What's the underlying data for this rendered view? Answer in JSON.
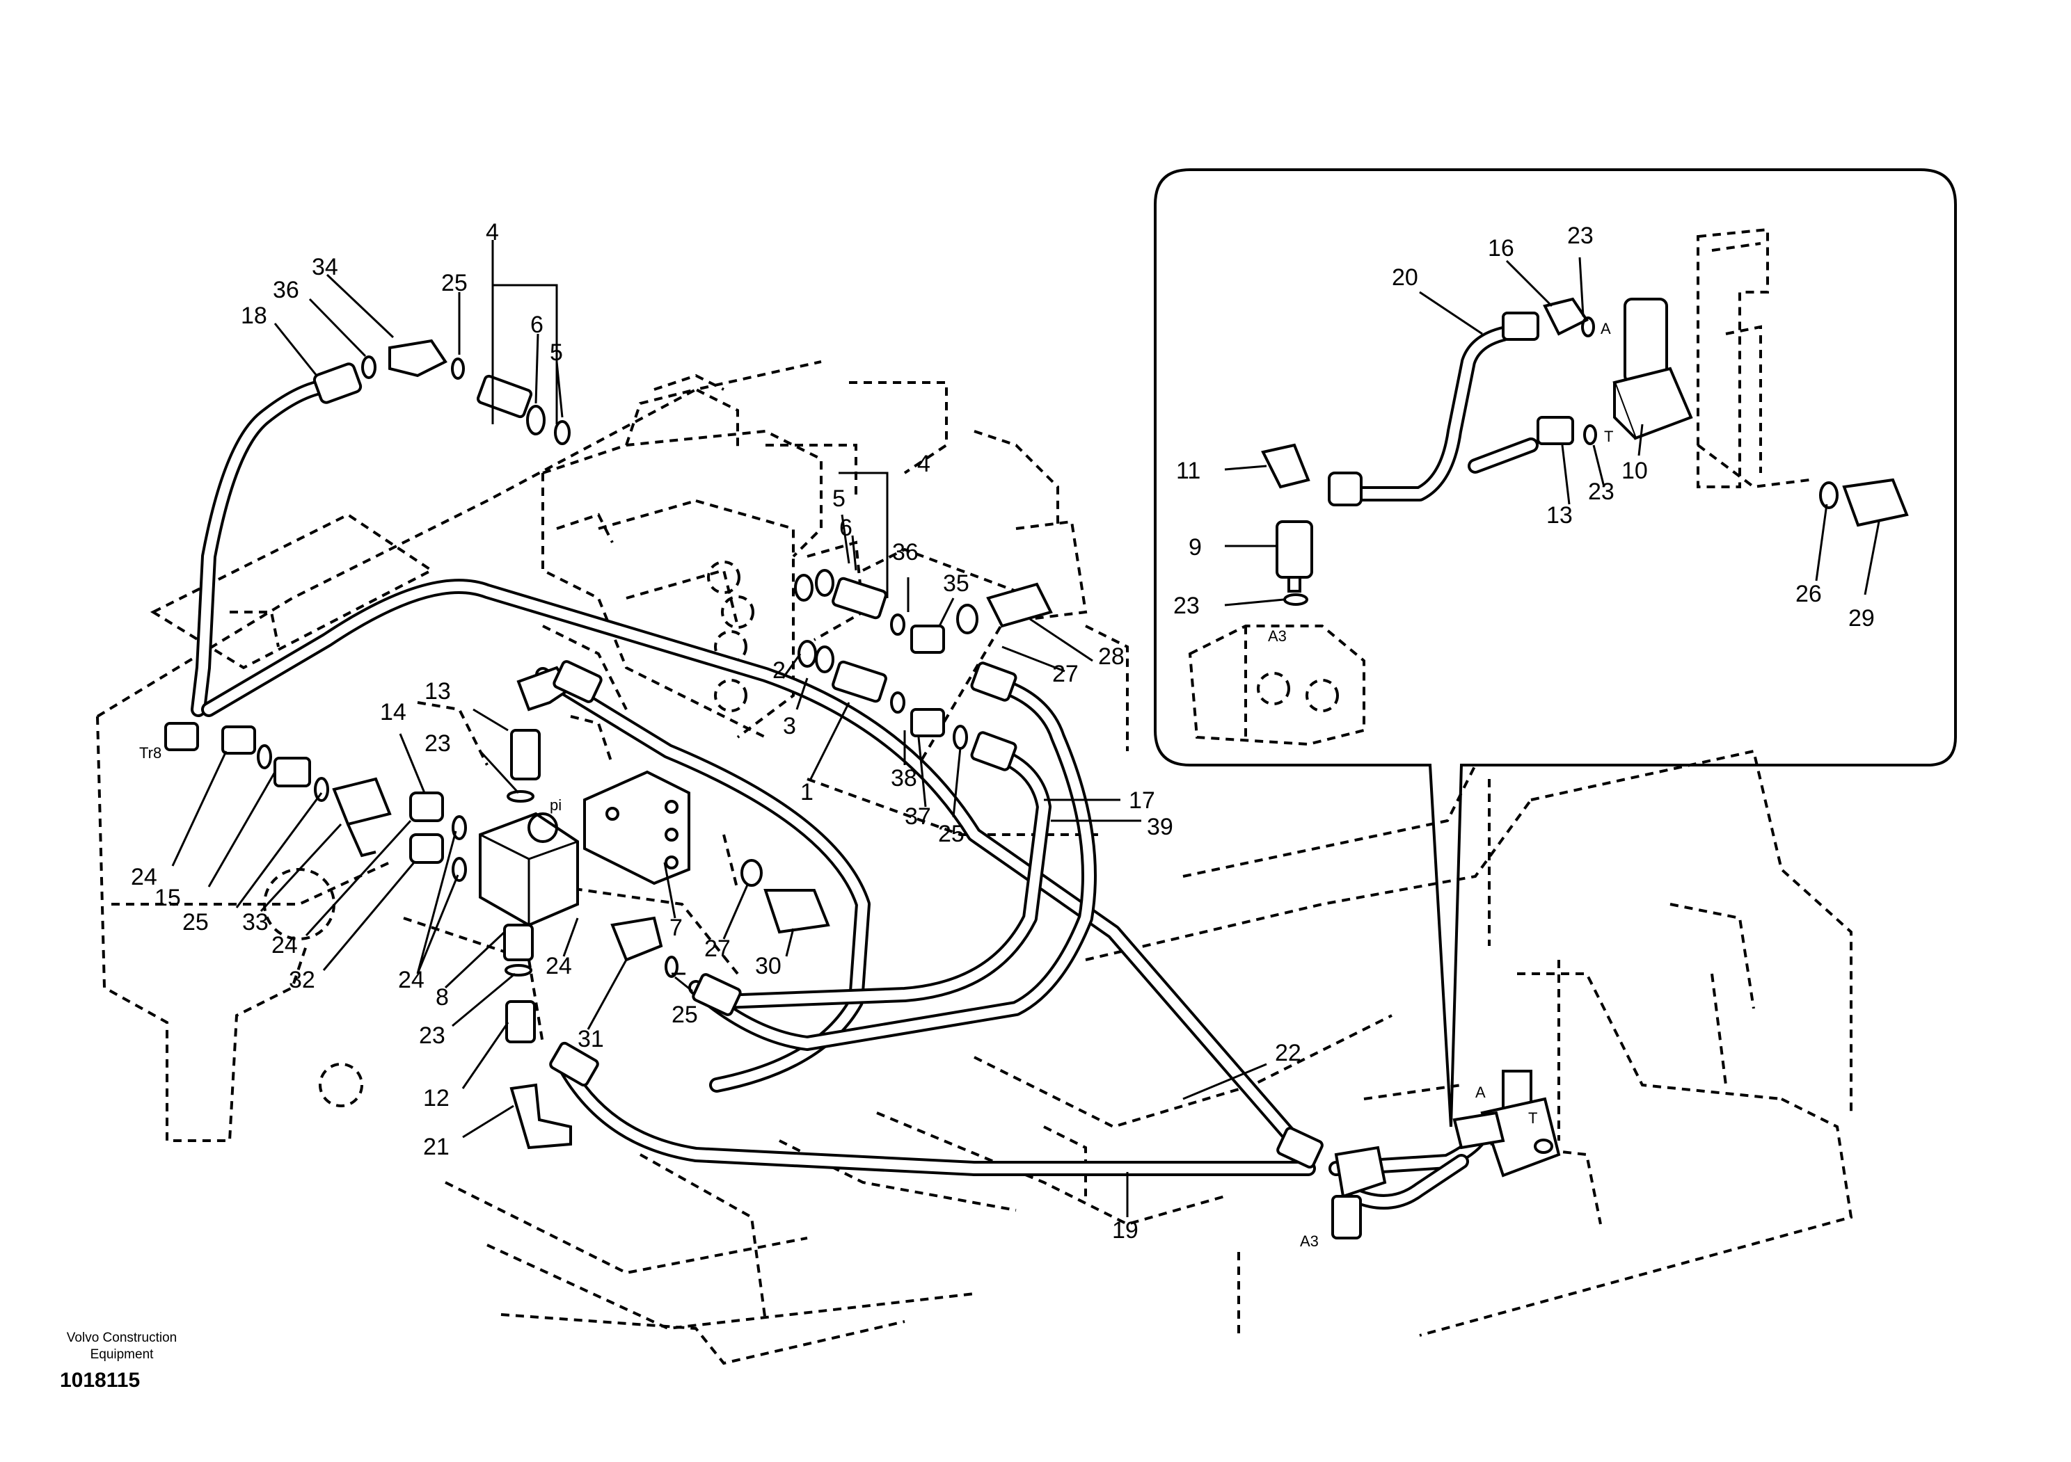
{
  "footer": {
    "manufacturer": "Volvo Construction Equipment",
    "drawing_number": "1018115"
  },
  "port_labels": {
    "tr8": "Tr8",
    "pi": "pi",
    "a": "A",
    "t": "T",
    "a3": "A3"
  },
  "callouts": [
    {
      "id": "c4a",
      "text": "4"
    },
    {
      "id": "c34",
      "text": "34"
    },
    {
      "id": "c36a",
      "text": "36"
    },
    {
      "id": "c18",
      "text": "18"
    },
    {
      "id": "c25a",
      "text": "25"
    },
    {
      "id": "c6a",
      "text": "6"
    },
    {
      "id": "c5a",
      "text": "5"
    },
    {
      "id": "c4b",
      "text": "4"
    },
    {
      "id": "c5b",
      "text": "5"
    },
    {
      "id": "c6b",
      "text": "6"
    },
    {
      "id": "c36b",
      "text": "36"
    },
    {
      "id": "c35",
      "text": "35"
    },
    {
      "id": "c28",
      "text": "28"
    },
    {
      "id": "c27a",
      "text": "27"
    },
    {
      "id": "c13a",
      "text": "13"
    },
    {
      "id": "c23a",
      "text": "23"
    },
    {
      "id": "c14",
      "text": "14"
    },
    {
      "id": "c2",
      "text": "2"
    },
    {
      "id": "c3",
      "text": "3"
    },
    {
      "id": "c1",
      "text": "1"
    },
    {
      "id": "c38",
      "text": "38"
    },
    {
      "id": "c37",
      "text": "37"
    },
    {
      "id": "c25b",
      "text": "25"
    },
    {
      "id": "c17",
      "text": "17"
    },
    {
      "id": "c39",
      "text": "39"
    },
    {
      "id": "c24a",
      "text": "24"
    },
    {
      "id": "c15",
      "text": "15"
    },
    {
      "id": "c25c",
      "text": "25"
    },
    {
      "id": "c33",
      "text": "33"
    },
    {
      "id": "c24b",
      "text": "24"
    },
    {
      "id": "c32",
      "text": "32"
    },
    {
      "id": "c24c",
      "text": "24"
    },
    {
      "id": "c8",
      "text": "8"
    },
    {
      "id": "c24d",
      "text": "24"
    },
    {
      "id": "c7",
      "text": "7"
    },
    {
      "id": "c27b",
      "text": "27"
    },
    {
      "id": "c30",
      "text": "30"
    },
    {
      "id": "c23b",
      "text": "23"
    },
    {
      "id": "c31",
      "text": "31"
    },
    {
      "id": "c25d",
      "text": "25"
    },
    {
      "id": "c12",
      "text": "12"
    },
    {
      "id": "c21",
      "text": "21"
    },
    {
      "id": "c22",
      "text": "22"
    },
    {
      "id": "c19",
      "text": "19"
    },
    {
      "id": "c16",
      "text": "16"
    },
    {
      "id": "c23c",
      "text": "23"
    },
    {
      "id": "c20",
      "text": "20"
    },
    {
      "id": "c11",
      "text": "11"
    },
    {
      "id": "c9",
      "text": "9"
    },
    {
      "id": "c23d",
      "text": "23"
    },
    {
      "id": "c13b",
      "text": "13"
    },
    {
      "id": "c23e",
      "text": "23"
    },
    {
      "id": "c10",
      "text": "10"
    },
    {
      "id": "c26",
      "text": "26"
    },
    {
      "id": "c29",
      "text": "29"
    }
  ]
}
